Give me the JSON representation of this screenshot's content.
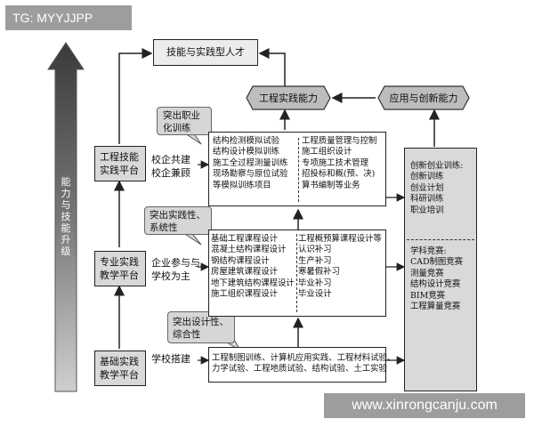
{
  "watermark_top": "TG: MYYJJPP",
  "watermark_bottom": "www.xinrongcanju.com",
  "side_arrow_label": "能力与技能升级",
  "top_box": "技能与实践型人才",
  "hex_left": "工程实践能力",
  "hex_right": "应用与创新能力",
  "platforms": {
    "engineering": "工程技能\n实践平台",
    "professional": "专业实践\n教学平台",
    "basic": "基础实践\n教学平台"
  },
  "callouts": {
    "top": "突出职业\n化训练",
    "middle": "突出实践性、\n系统性",
    "bottom": "突出设计性、\n综合性"
  },
  "labels": {
    "school_enterprise": "校企共建\n校企兼顾",
    "enterprise_participation": "企业参与与\n学校为主",
    "school_build": "学校搭建"
  },
  "top_block": {
    "left": [
      "结构检测模拟试验",
      "结构设计模拟训练",
      "施工全过程测量训练",
      "现场勘察与原位试验",
      "等模拟训练项目"
    ],
    "right": [
      "工程质量管理与控制",
      "施工组织设计",
      "专项施工技术管理",
      "招投标和概(预、决)",
      "算书编制等业务"
    ]
  },
  "mid_block": {
    "left": [
      "基础工程课程设计",
      "混凝土结构课程设计",
      "钢结构课程设计",
      "房屋建筑课程设计",
      "地下建筑结构课程设计",
      "施工组织课程设计"
    ],
    "right": [
      "工程概预算课程设计等",
      "认识补习",
      "生产补习",
      "寒暑假补习",
      "毕业补习",
      "毕业设计"
    ]
  },
  "bottom_block": [
    "工程制图训练、计算机应用实践、工程材料试验、",
    "力学试验、工程地质试验、结构试验、土工实验"
  ],
  "right_panel": {
    "upper": [
      "创新创业训练:",
      "创新训练",
      "创业计划",
      "科研训练",
      "职业培训"
    ],
    "lower": [
      "学科竞赛:",
      "CAD制图竞赛",
      "测量竞赛",
      "结构设计竞赛",
      "BIM竞赛",
      "工程算量竞赛"
    ]
  }
}
